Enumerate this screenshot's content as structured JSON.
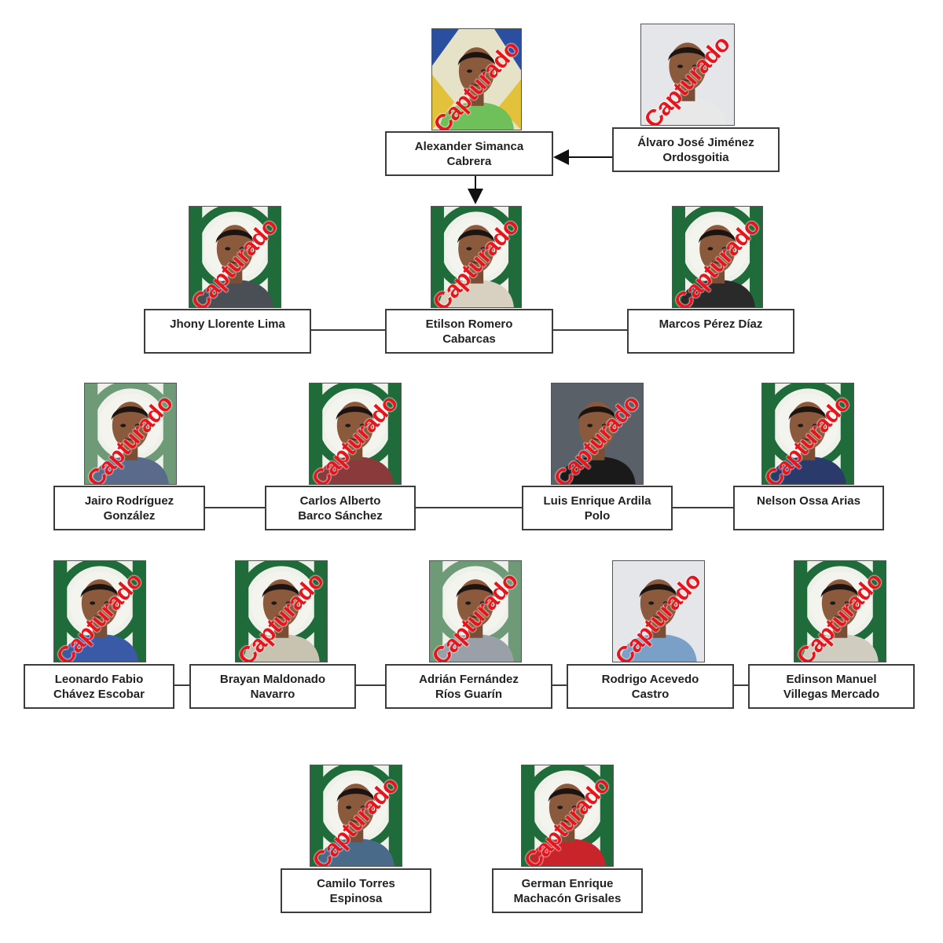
{
  "stamp_text": "Capturado",
  "colors": {
    "stamp": "#e8141b",
    "box_border": "#3c3c3c",
    "police_green": "#1f6b3a",
    "connector": "#3c3c3c"
  },
  "members": [
    {
      "id": "alexander",
      "line1": "Alexander Simanca",
      "line2": "Cabrera",
      "backdrop": "mural",
      "shirt": "#6fbf5a",
      "status": "Capturado"
    },
    {
      "id": "alvaro",
      "line1": "Álvaro José Jiménez",
      "line2": "Ordosgoitia",
      "backdrop": "plain",
      "shirt": "#e8e8e8",
      "status": "Capturado"
    },
    {
      "id": "jhony",
      "line1": "Jhony Llorente Lima",
      "line2": "",
      "backdrop": "police",
      "shirt": "#4a4f55",
      "status": "Capturado"
    },
    {
      "id": "etilson",
      "line1": "Etilson Romero",
      "line2": "Cabarcas",
      "backdrop": "police",
      "shirt": "#d8d0c0",
      "status": "Capturado"
    },
    {
      "id": "marcos",
      "line1": "Marcos Pérez Díaz",
      "line2": "",
      "backdrop": "police",
      "shirt": "#2a2a2a",
      "status": "Capturado"
    },
    {
      "id": "jairo",
      "line1": "Jairo Rodríguez",
      "line2": "González",
      "backdrop": "police-light",
      "shirt": "#5a6a8a",
      "status": "Capturado"
    },
    {
      "id": "carlos",
      "line1": "Carlos Alberto",
      "line2": "Barco Sánchez",
      "backdrop": "police",
      "shirt": "#8a3a3a",
      "status": "Capturado"
    },
    {
      "id": "luis",
      "line1": "Luis Enrique Ardila",
      "line2": "Polo",
      "backdrop": "dark",
      "shirt": "#1a1a1a",
      "status": "Capturado"
    },
    {
      "id": "nelson",
      "line1": "Nelson Ossa Arias",
      "line2": "",
      "backdrop": "police",
      "shirt": "#2a3a6a",
      "status": "Capturado"
    },
    {
      "id": "leonardo",
      "line1": "Leonardo Fabio",
      "line2": "Chávez Escobar",
      "backdrop": "police",
      "shirt": "#3a5aa8",
      "status": "Capturado"
    },
    {
      "id": "brayan",
      "line1": "Brayan Maldonado",
      "line2": "Navarro",
      "backdrop": "police",
      "shirt": "#c8c2b0",
      "status": "Capturado"
    },
    {
      "id": "adrian",
      "line1": "Adrián Fernández",
      "line2": "Ríos Guarín",
      "backdrop": "police-light",
      "shirt": "#9aa0a8",
      "status": "Capturado"
    },
    {
      "id": "rodrigo",
      "line1": "Rodrigo Acevedo",
      "line2": "Castro",
      "backdrop": "plain",
      "shirt": "#7aa0c8",
      "status": "Capturado"
    },
    {
      "id": "edinson",
      "line1": "Edinson Manuel",
      "line2": "Villegas Mercado",
      "backdrop": "police",
      "shirt": "#d0ccc0",
      "status": "Capturado"
    },
    {
      "id": "camilo",
      "line1": "Camilo Torres",
      "line2": "Espinosa",
      "backdrop": "police",
      "shirt": "#4a6a8a",
      "status": "Capturado"
    },
    {
      "id": "german",
      "line1": "German Enrique",
      "line2": "Machacón Grisales",
      "backdrop": "police",
      "shirt": "#c8242a",
      "status": "Capturado"
    }
  ]
}
